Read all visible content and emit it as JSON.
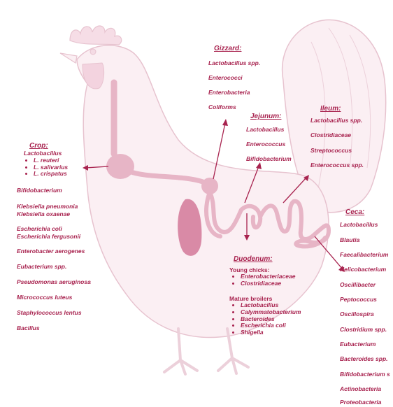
{
  "accent_color": "#a8234f",
  "organ_color": "#e7b5c6",
  "body_color": "#fbeff3",
  "outline_color": "#e7c3cf",
  "crop": {
    "title": "Crop:",
    "group_label": "Lactobacillus",
    "group_items": [
      "L. reuteri",
      "L. salivarius",
      "L. crispatus"
    ],
    "items": [
      "Bifidobacterium",
      "Klebsiella pneumonia",
      "Klebsiella oxaenae",
      "Escherichia coli",
      "Escherichia fergusonii",
      "Enterobacter aerogenes",
      "Eubacterium spp.",
      "Pseudomonas aeruginosa",
      "Micrococcus luteus",
      "Staphylococcus lentus",
      "Bacillus"
    ]
  },
  "gizzard": {
    "title": "Gizzard:",
    "items": [
      "Lactobacillus spp.",
      "Enterococci",
      "Enterobacteria",
      "Coliforms"
    ]
  },
  "jejunum": {
    "title": "Jejunum:",
    "items": [
      "Lactobacillus",
      "Enterococcus",
      "Bifidobacterium"
    ]
  },
  "ileum": {
    "title": "Ileum:",
    "items": [
      "Lactobacillus spp.",
      "Clostridiaceae",
      "Streptococcus",
      "Enterococcus spp."
    ]
  },
  "duodenum": {
    "title": "Duodenum:",
    "young_label": "Young chicks:",
    "young_items": [
      "Enterobacteriaceae",
      "Clostridiaceae"
    ],
    "mature_label": "Mature broilers",
    "mature_items": [
      "Lactobacillus",
      "Calymmatobacterium",
      "Bacteroides",
      "Escherichia coli",
      "Shigella"
    ]
  },
  "ceca": {
    "title": "Ceca:",
    "items": [
      "Lactobacillus",
      "Blautia",
      "Faecalibacterium",
      "Helicobacterium",
      "Oscillibacter",
      "Peptococcus",
      "Oscillospira",
      "Clostridium spp.",
      "Eubacterium",
      "Bacteroides spp.",
      "Bifidobacterium s",
      "Actinobacteria",
      "Proteobacteria"
    ]
  }
}
